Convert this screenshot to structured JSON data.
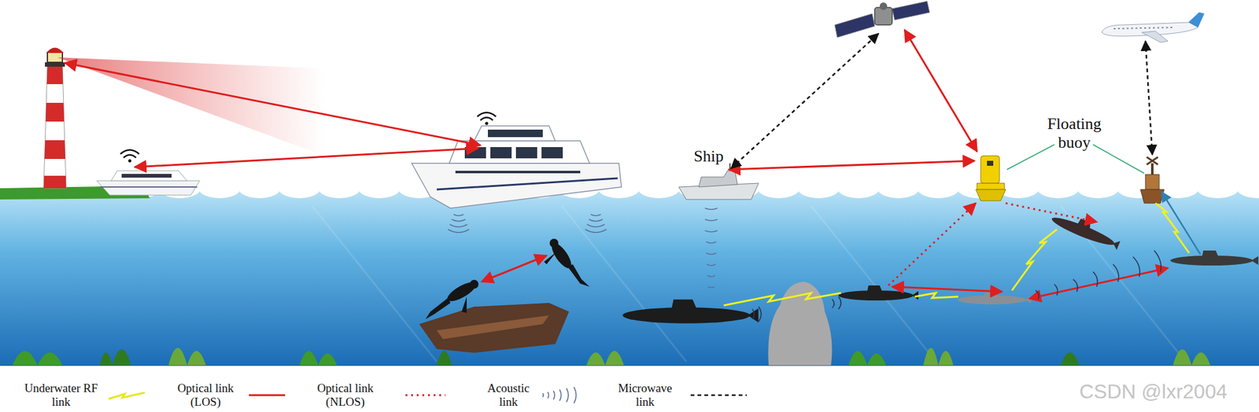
{
  "diagram": {
    "labels": [
      "Ship",
      "Floating buoy",
      "CSDN @lxr2004"
    ],
    "legend": [
      {
        "text": "Underwater RF link"
      },
      {
        "text": "Optical link (LOS)"
      },
      {
        "text": "Optical link (NLOS)"
      },
      {
        "text": "Acoustic link"
      },
      {
        "text": "Microwave link"
      }
    ]
  }
}
